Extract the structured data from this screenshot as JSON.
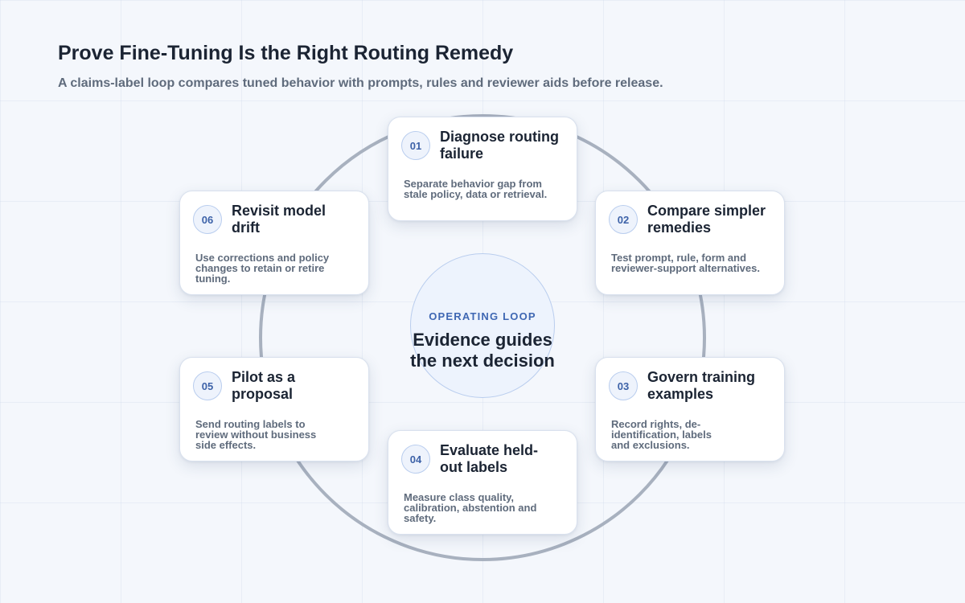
{
  "title": "Prove Fine-Tuning Is the Right Routing Remedy",
  "subtitle": "A claims-label loop compares tuned behavior with prompts, rules and reviewer aids before release.",
  "hub": {
    "kicker": "OPERATING LOOP",
    "text": "Evidence guides the next decision"
  },
  "steps": [
    {
      "number": "01",
      "title": "Diagnose routing failure",
      "description": "Separate behavior gap from stale policy, data or retrieval."
    },
    {
      "number": "02",
      "title": "Compare simpler remedies",
      "description": "Test prompt, rule, form and reviewer-support alternatives."
    },
    {
      "number": "03",
      "title": "Govern training examples",
      "description": "Record rights, de-identification, labels and exclusions."
    },
    {
      "number": "04",
      "title": "Evaluate held-out labels",
      "description": "Measure class quality, calibration, abstention and safety."
    },
    {
      "number": "05",
      "title": "Pilot as a proposal",
      "description": "Send routing labels to review without business side effects."
    },
    {
      "number": "06",
      "title": "Revisit model drift",
      "description": "Use corrections and policy changes to retain or retire tuning."
    }
  ],
  "colors": {
    "accent": "#3f67b3",
    "ring": "#a8b1bf",
    "hub_fill": "#edf3fd",
    "title_text": "#1b2433",
    "muted_text": "#5f6b7c"
  }
}
